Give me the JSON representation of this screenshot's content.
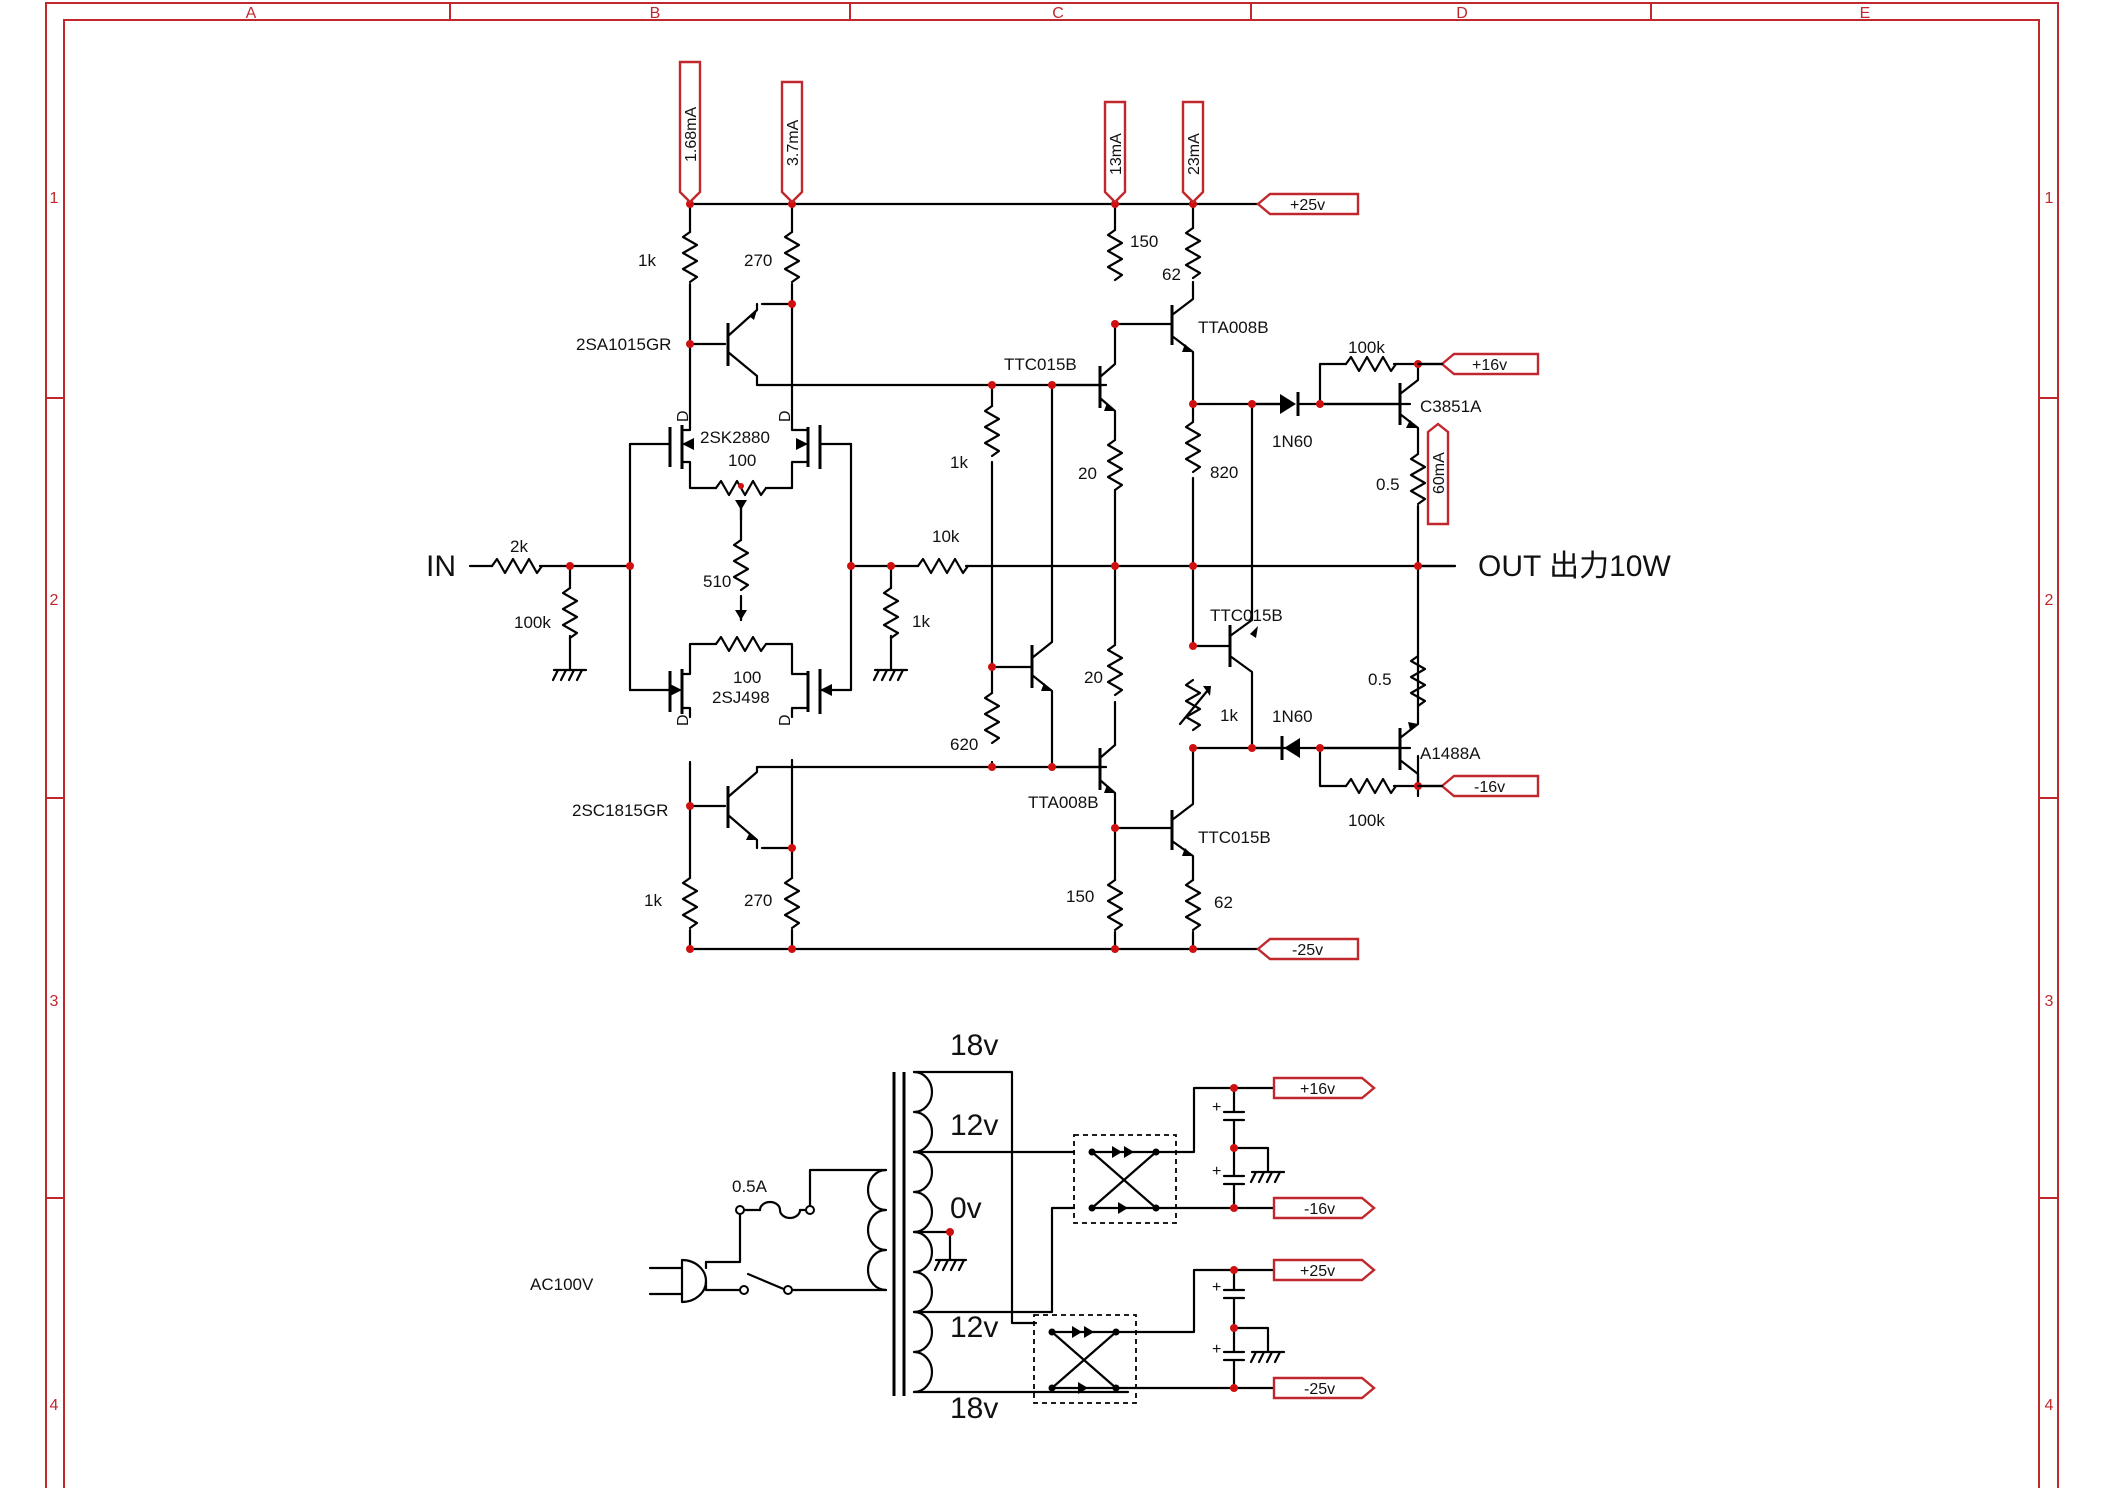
{
  "frame": {
    "columns": [
      "A",
      "B",
      "C",
      "D",
      "E"
    ],
    "rows": [
      "1",
      "2",
      "3",
      "4"
    ]
  },
  "current_tags": [
    "1.68mA",
    "3.7mA",
    "13mA",
    "23mA",
    "60mA"
  ],
  "rail_tags": {
    "pos25_top": "+25v",
    "pos16_top": "+16v",
    "neg16_top": "-16v",
    "neg25_top": "-25v",
    "pos16_psu": "+16v",
    "neg16_psu": "-16v",
    "pos25_psu": "+25v",
    "neg25_psu": "-25v"
  },
  "io": {
    "input": "IN",
    "output": "OUT 出力10W"
  },
  "resistors": {
    "r_1k_top": "1k",
    "r_270_top": "270",
    "r_100_top": "100",
    "r_510": "510",
    "r_100_bot": "100",
    "r_1k_bot": "1k",
    "r_270_bot": "270",
    "r_2k": "2k",
    "r_100k_in": "100k",
    "r_10k": "10k",
    "r_1k_fb": "1k",
    "r_1k_vas": "1k",
    "r_620": "620",
    "r_150_top": "150",
    "r_62_top": "62",
    "r_20_top": "20",
    "r_820": "820",
    "r_20_bot": "20",
    "r_1k_vbe": "1k",
    "r_150_bot": "150",
    "r_62_bot": "62",
    "r_100k_top": "100k",
    "r_05_top": "0.5",
    "r_05_bot": "0.5",
    "r_100k_bot": "100k"
  },
  "devices": {
    "q_2sa1015": "2SA1015GR",
    "q_2sc1815": "2SC1815GR",
    "fet_2sk2880": "2SK2880",
    "fet_2sj498": "2SJ498",
    "q_ttc015b_1": "TTC015B",
    "q_tta008b_1": "TTA008B",
    "q_ttc015b_2": "TTC015B",
    "q_tta008b_2": "TTA008B",
    "q_ttc015b_3": "TTC015B",
    "q_c3851a": "C3851A",
    "q_a1488a": "A1488A",
    "d_1n60_top": "1N60",
    "d_1n60_bot": "1N60",
    "fet_pin_d": "D"
  },
  "psu": {
    "tap_18_top": "18v",
    "tap_12_top": "12v",
    "tap_0": "0v",
    "tap_12_bot": "12v",
    "tap_18_bot": "18v",
    "fuse": "0.5A",
    "mains": "AC100V",
    "cap_plus": "+"
  }
}
